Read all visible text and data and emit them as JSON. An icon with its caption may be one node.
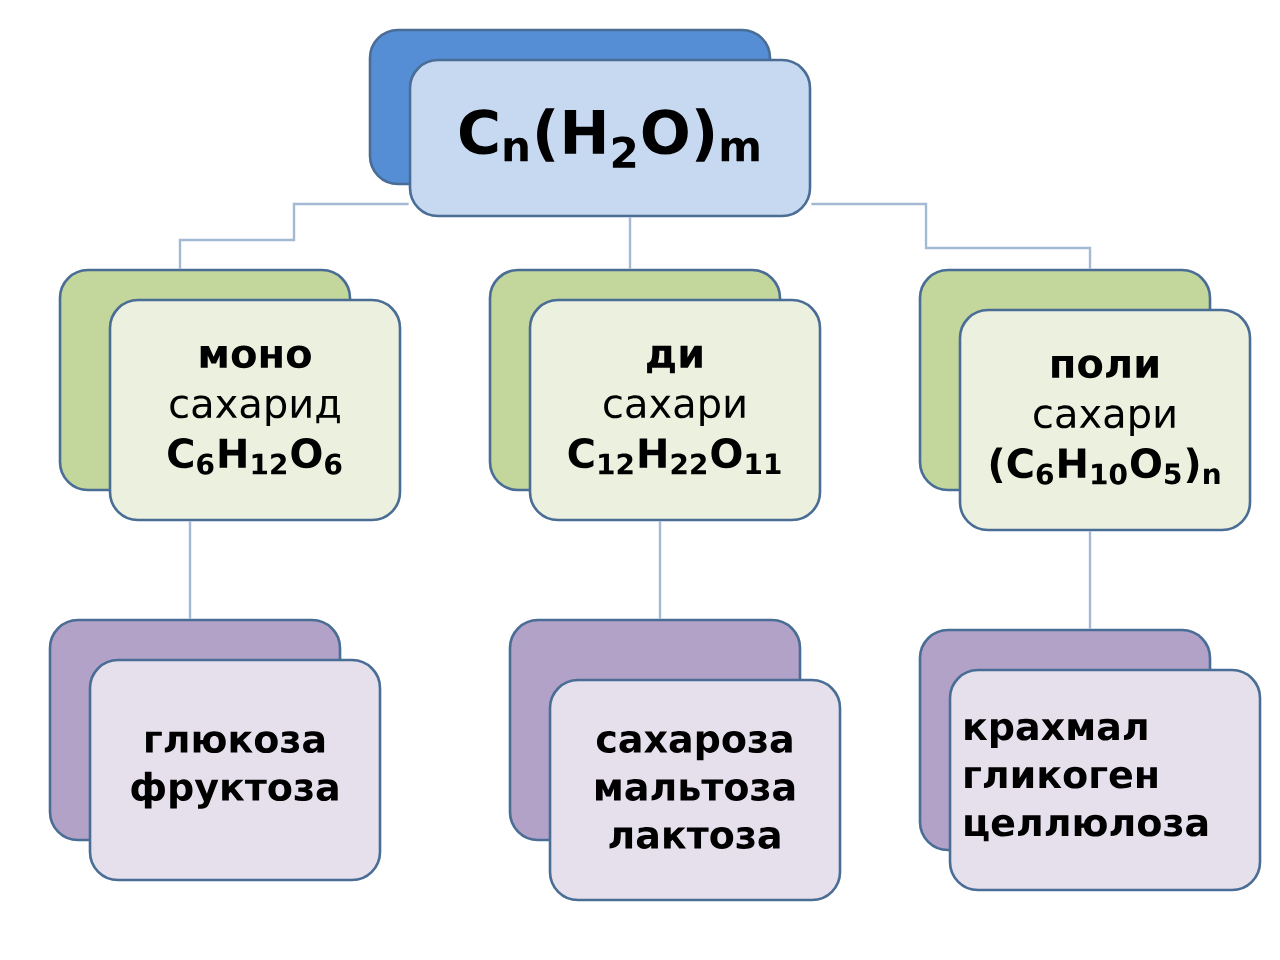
{
  "diagram": {
    "nodes": [
      {
        "text": [
          "C$_{n}$(H$_{2}$O)$_{m}$"
        ]
      },
      {
        "text": [
          "моно",
          "сахарид",
          "C$_{6}$H$_{12}$O$_{6}$"
        ]
      },
      {
        "text": [
          "ди",
          "сахари",
          "C$_{12}$H$_{22}$O$_{11}$"
        ]
      },
      {
        "text": [
          "поли",
          "сахари",
          "(C$_{6}$H$_{10}$O$_{5}$)$_{n}$"
        ]
      },
      {
        "text": [
          "глюкоза",
          "фруктоза"
        ]
      },
      {
        "text": [
          "сахароза",
          "мальтоза",
          "лактоза"
        ]
      },
      {
        "text": [
          "крахмал",
          "гликоген",
          "целлюлоза"
        ]
      }
    ],
    "edges": [
      {
        "from": 0,
        "to": 1,
        "arrow": "none"
      },
      {
        "from": 0,
        "to": 2,
        "arrow": "none"
      },
      {
        "from": 0,
        "to": 3,
        "arrow": "none"
      },
      {
        "from": 1,
        "to": 4,
        "arrow": "none"
      },
      {
        "from": 2,
        "to": 5,
        "arrow": "none"
      },
      {
        "from": 3,
        "to": 6,
        "arrow": "none"
      }
    ]
  }
}
